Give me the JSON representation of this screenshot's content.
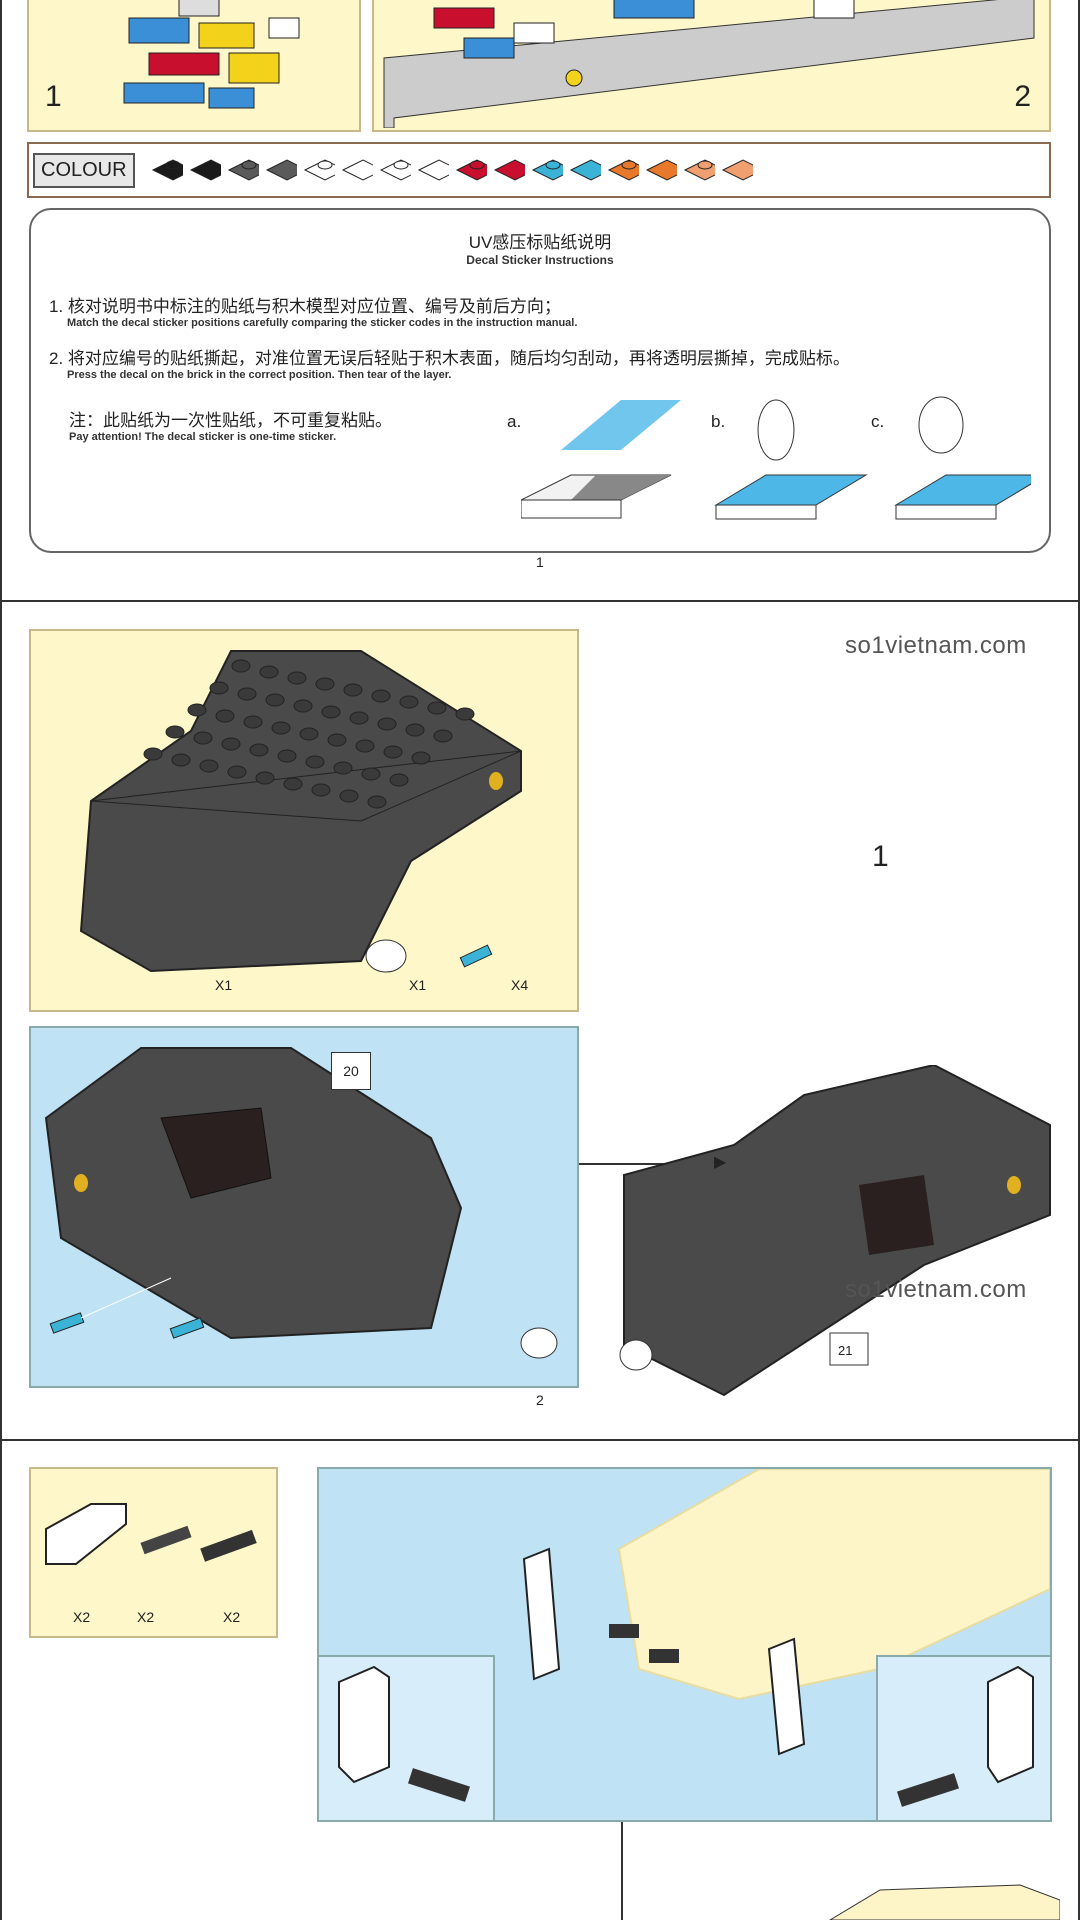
{
  "top_panels": {
    "step_left": "1",
    "step_right": "2"
  },
  "colour_bar": {
    "label": "COLOUR",
    "swatches": [
      "#1a1a1a",
      "#1a1a1a",
      "#5a5a5a",
      "#5a5a5a",
      "#ffffff",
      "#ffffff",
      "#ffffff",
      "#ffffff",
      "#c8102e",
      "#c8102e",
      "#3bb3d6",
      "#3bb3d6",
      "#e8782a",
      "#e8782a",
      "#f0a070",
      "#f0a070"
    ]
  },
  "decal": {
    "title_zh": "UV感压标贴纸说明",
    "title_en": "Decal Sticker Instructions",
    "items": [
      {
        "zh": "1. 核对说明书中标注的贴纸与积木模型对应位置、编号及前后方向；",
        "en": "Match the decal sticker positions carefully comparing the sticker codes in the  instruction manual."
      },
      {
        "zh": "2. 将对应编号的贴纸撕起，对准位置无误后轻贴于积木表面，随后均匀刮动，再将透明层撕掉，完成贴标。",
        "en": "Press the decal on the brick in the correct position. Then tear of the layer."
      }
    ],
    "note_zh": "注：此贴纸为一次性贴纸，不可重复粘贴。",
    "note_en": "Pay attention! The decal sticker is one-time sticker.",
    "steps": [
      "a.",
      "b.",
      "c."
    ],
    "page": "1"
  },
  "section2": {
    "watermark": "so1vietnam.com",
    "step": "1",
    "parts": [
      {
        "qty": "X1"
      },
      {
        "qty": "X1"
      },
      {
        "qty": "X4"
      }
    ],
    "sticker_a": "20",
    "sticker_b": "21",
    "page": "2"
  },
  "section3": {
    "parts": [
      {
        "qty": "X2"
      },
      {
        "qty": "X2"
      },
      {
        "qty": "X2"
      }
    ]
  }
}
